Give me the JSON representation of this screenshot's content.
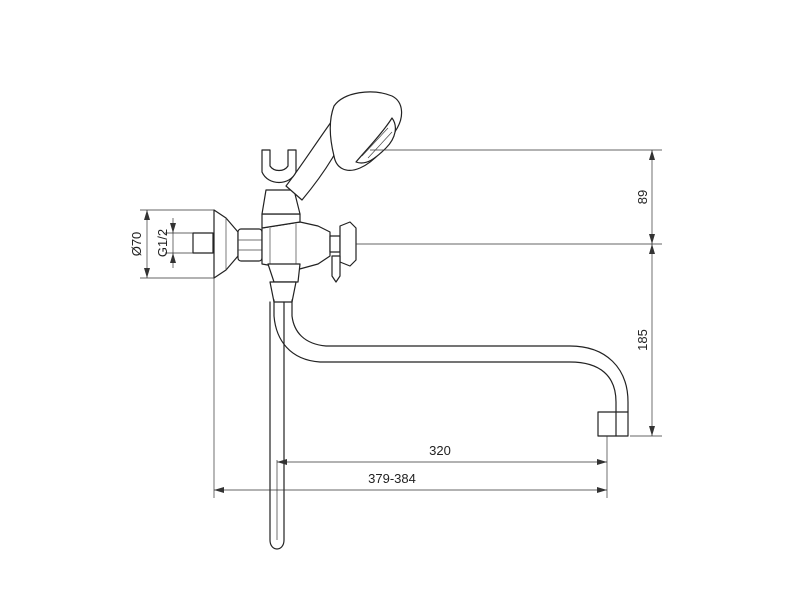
{
  "dimensions": {
    "shower_height": "89",
    "spout_height": "185",
    "spout_reach": "320",
    "overall_reach": "379-384",
    "flange_diameter": "Ø70",
    "thread_size": "G1/2"
  }
}
